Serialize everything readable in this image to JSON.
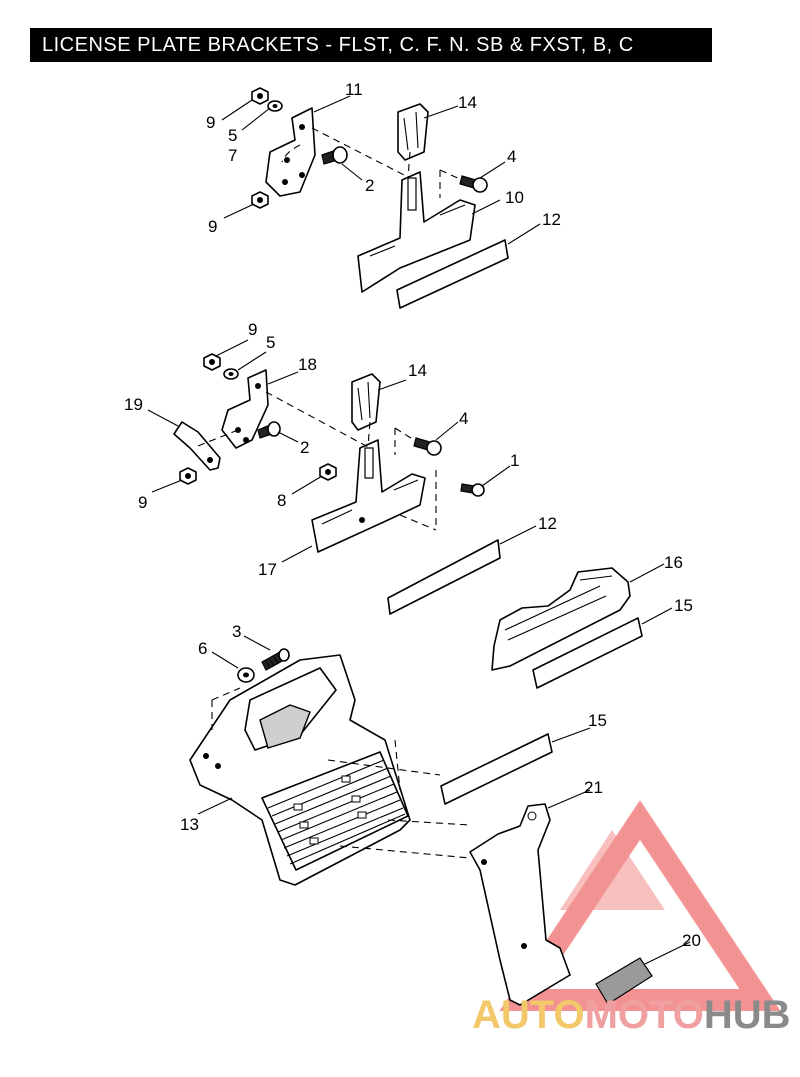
{
  "title": "LICENSE PLATE BRACKETS - FLST, C. F. N. SB & FXST, B, C",
  "callouts": {
    "c9a": "9",
    "c5a": "5",
    "c7": "7",
    "c11": "11",
    "c14a": "14",
    "c4a": "4",
    "c2a": "2",
    "c9b": "9",
    "c10": "10",
    "c12a": "12",
    "c9c": "9",
    "c5b": "5",
    "c18": "18",
    "c14b": "14",
    "c19": "19",
    "c4b": "4",
    "c2b": "2",
    "c1": "1",
    "c9d": "9",
    "c8": "8",
    "c17": "17",
    "c12b": "12",
    "c16": "16",
    "c15a": "15",
    "c3": "3",
    "c6": "6",
    "c15b": "15",
    "c13": "13",
    "c21": "21",
    "c20": "20"
  },
  "watermark": {
    "auto": "AUTO",
    "moto": "MOTO",
    "hub": "HUB",
    "colors": {
      "triangle": "#f08080",
      "auto": "#f2c86a",
      "hub": "#8a8a8a"
    }
  }
}
